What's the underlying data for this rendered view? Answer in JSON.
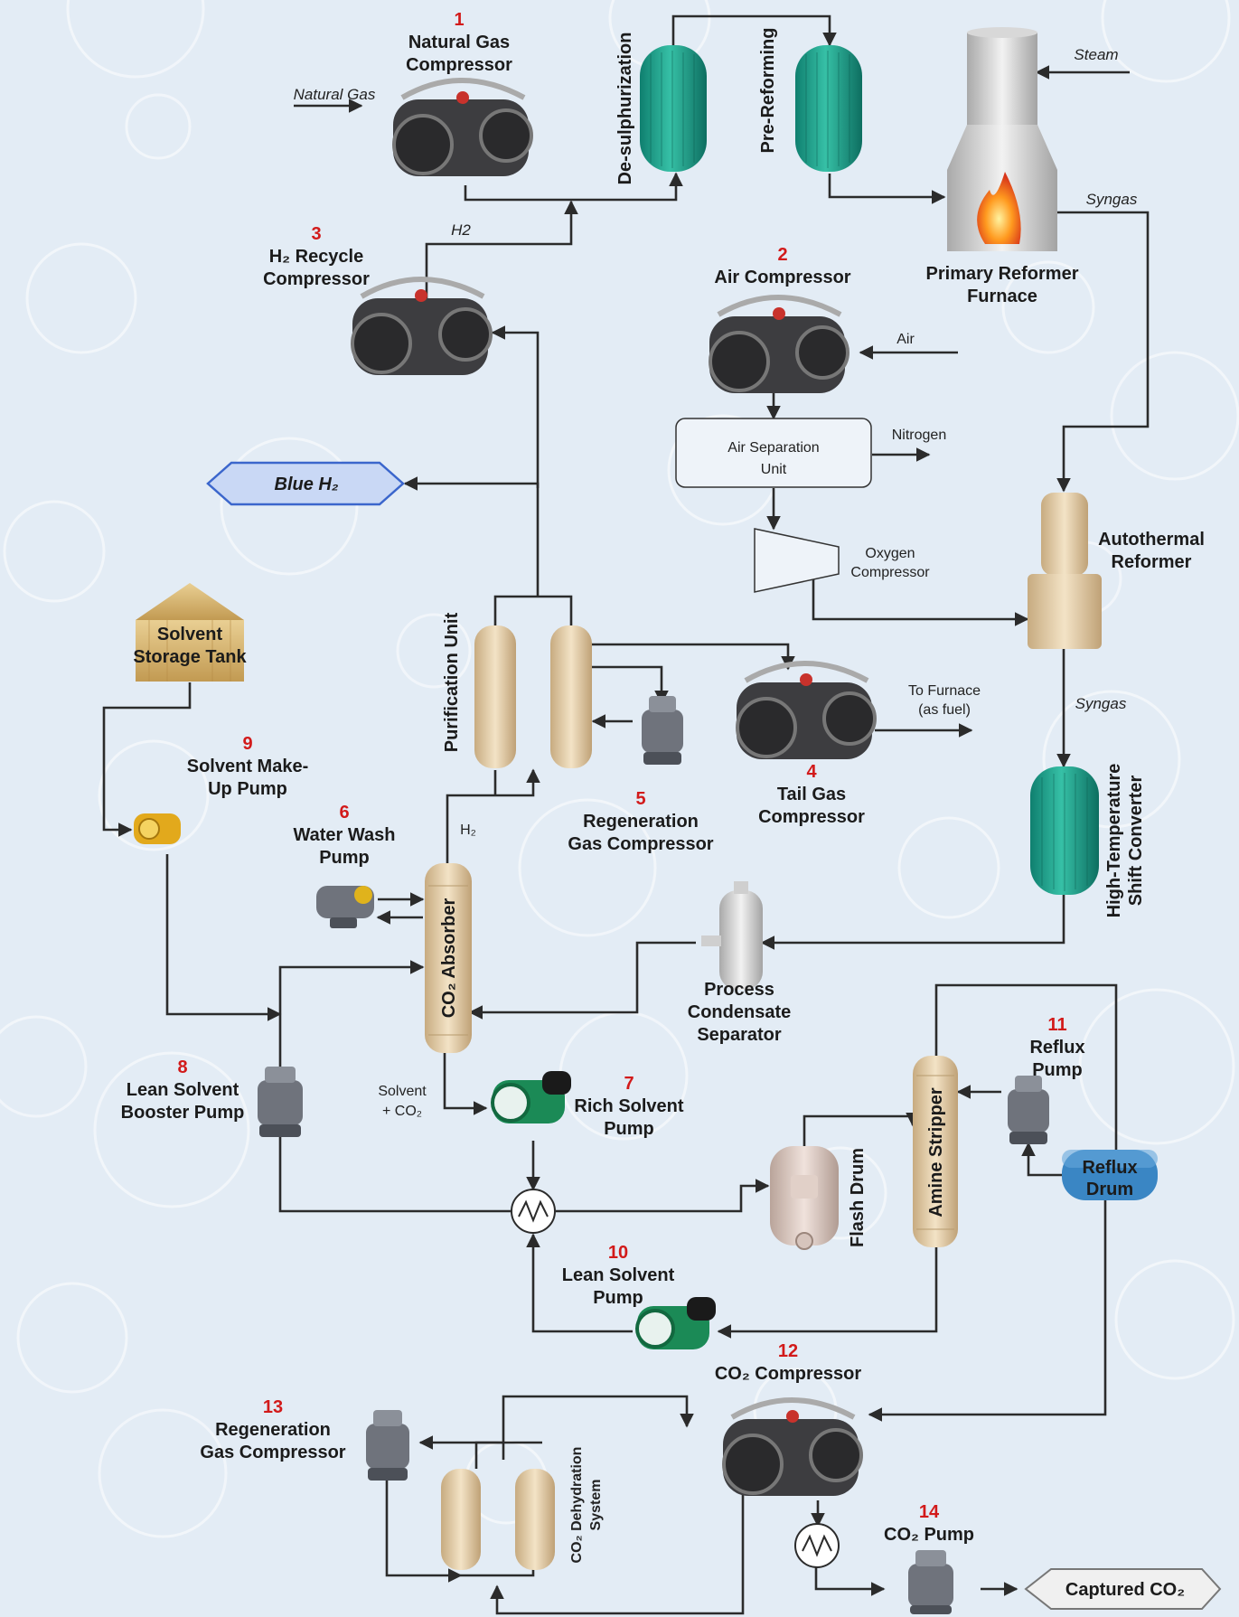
{
  "nodes": {
    "ng_comp": {
      "num": "1",
      "label": [
        "Natural Gas",
        "Compressor"
      ]
    },
    "air_comp": {
      "num": "2",
      "label": [
        "Air Compressor"
      ]
    },
    "h2_comp": {
      "num": "3",
      "label": [
        "H₂ Recycle",
        "Compressor"
      ]
    },
    "tail_comp": {
      "num": "4",
      "label": [
        "Tail Gas",
        "Compressor"
      ]
    },
    "regen5": {
      "num": "5",
      "label": [
        "Regeneration",
        "Gas Compressor"
      ]
    },
    "ww_pump": {
      "num": "6",
      "label": [
        "Water Wash",
        "Pump"
      ]
    },
    "rich_pump": {
      "num": "7",
      "label": [
        "Rich Solvent",
        "Pump"
      ]
    },
    "booster": {
      "num": "8",
      "label": [
        "Lean Solvent",
        "Booster Pump"
      ]
    },
    "makeup": {
      "num": "9",
      "label": [
        "Solvent Make-",
        "Up Pump"
      ]
    },
    "lean_pump": {
      "num": "10",
      "label": [
        "Lean Solvent",
        "Pump"
      ]
    },
    "reflux_pump": {
      "num": "11",
      "label": [
        "Reflux",
        "Pump"
      ]
    },
    "co2_comp": {
      "num": "12",
      "label": [
        "CO₂ Compressor"
      ]
    },
    "regen13": {
      "num": "13",
      "label": [
        "Regeneration",
        "Gas Compressor"
      ]
    },
    "co2_pump": {
      "num": "14",
      "label": [
        "CO₂ Pump"
      ]
    },
    "primary": {
      "label": [
        "Primary Reformer",
        "Furnace"
      ]
    },
    "atr": {
      "label": [
        "Autothermal",
        "Reformer"
      ]
    },
    "asu": {
      "label": [
        "Air Separation",
        "Unit"
      ]
    },
    "ox_comp": {
      "label": [
        "Oxygen",
        "Compressor"
      ]
    },
    "storage": {
      "label": [
        "Solvent",
        "Storage Tank"
      ]
    },
    "pcs": {
      "label": [
        "Process",
        "Condensate",
        "Separator"
      ]
    },
    "reflux_drum": {
      "label": [
        "Reflux",
        "Drum"
      ]
    }
  },
  "vertical_labels": {
    "desulf": "De-sulphurization",
    "prereform": "Pre-Reforming",
    "purification": "Purification Unit",
    "co2_absorber": "CO₂ Absorber",
    "htsc": [
      "High-Temperature",
      "Shift Converter"
    ],
    "flash_drum": "Flash Drum",
    "amine": "Amine Stripper",
    "dehydration": [
      "CO₂ Dehydration",
      "System"
    ]
  },
  "flow_labels": {
    "natural_gas": "Natural Gas",
    "steam": "Steam",
    "syngas1": "Syngas",
    "syngas2": "Syngas",
    "h2": "H2",
    "air": "Air",
    "nitrogen": "Nitrogen",
    "to_furnace": [
      "To Furnace",
      "(as fuel)"
    ],
    "h2_small": "H₂",
    "solvent_co2": [
      "Solvent",
      "+ CO₂"
    ]
  },
  "products": {
    "blue_h2": "Blue H₂",
    "captured_co2": "Captured CO₂"
  },
  "colors": {
    "background": "#e3ecf5",
    "red_number": "#d21a1a",
    "teal_vessel": "#1aa58f",
    "beige_vessel": "#dcc39c",
    "blue_h2_fill": "#c9d8f5",
    "blue_h2_stroke": "#3b66cc",
    "reflux_drum": "#3a86c4",
    "pump_green": "#1b8a56"
  }
}
